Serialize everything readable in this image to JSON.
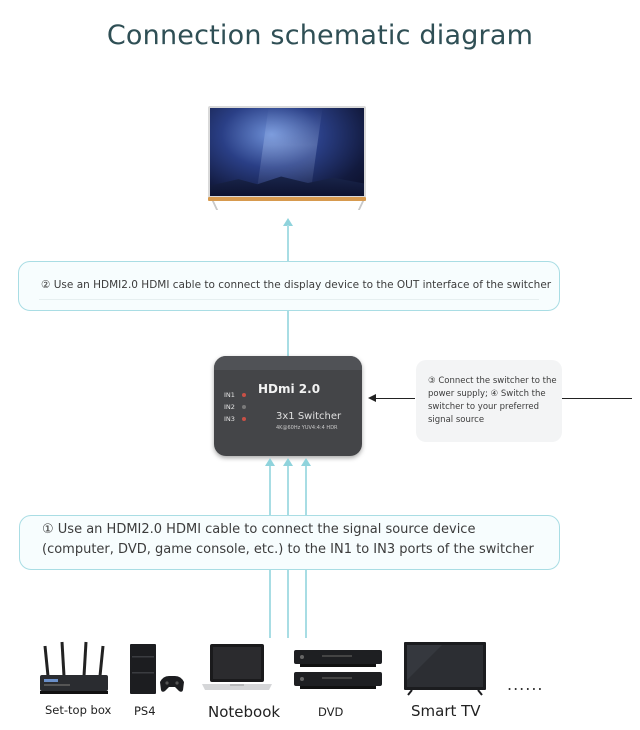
{
  "title": "Connection schematic diagram",
  "step2": "② Use an HDMI2.0 HDMI cable to connect the display device to the OUT interface of the switcher",
  "step1": {
    "line1": "① Use an HDMI2.0 HDMI cable to connect the signal source device",
    "line2": "(computer, DVD, game console, etc.) to the IN1 to IN3 ports of the switcher"
  },
  "step3": {
    "line1": "③ Connect the switcher to the",
    "line2": "power supply; ④ Switch the",
    "line3": "switcher to your preferred",
    "line4": "signal source"
  },
  "switcher": {
    "brand": "HDmi 2.0",
    "model": "3x1 Switcher",
    "subtitle": "4K@60Hz YUV4:4:4 HDR",
    "inputs": [
      "IN1",
      "IN2",
      "IN3"
    ]
  },
  "devices": [
    {
      "label": "Set-top box",
      "icon": "set-top-box-icon"
    },
    {
      "label": "PS4",
      "icon": "ps4-console-icon"
    },
    {
      "label": "Notebook",
      "icon": "notebook-laptop-icon"
    },
    {
      "label": "DVD",
      "icon": "dvd-player-icon"
    },
    {
      "label": "Smart TV",
      "icon": "smart-tv-icon"
    }
  ],
  "more": "......",
  "colors": {
    "accent": "#a9dde4",
    "switcher_body": "#444548",
    "led": "#c85046"
  }
}
